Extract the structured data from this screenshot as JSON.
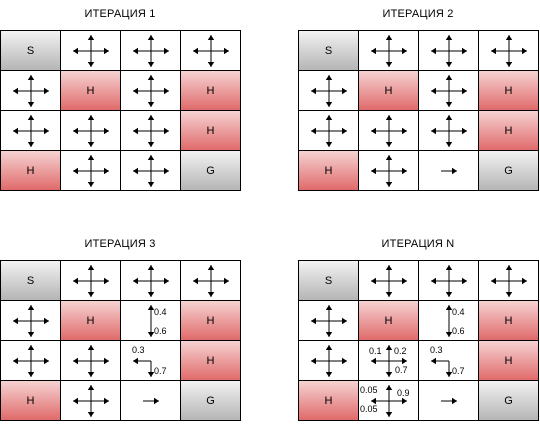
{
  "panels": [
    {
      "title": "ИТЕРАЦИЯ 1",
      "labels": {
        "start": "S",
        "hole": "H",
        "goal": "G"
      },
      "cells": [
        [
          "S",
          "all",
          "all",
          "all"
        ],
        [
          "all",
          "H",
          "all",
          "H"
        ],
        [
          "all",
          "all",
          "all",
          "H"
        ],
        [
          "H",
          "all",
          "all",
          "G"
        ]
      ],
      "probs": []
    },
    {
      "title": "ИТЕРАЦИЯ 2",
      "labels": {
        "start": "S",
        "hole": "H",
        "goal": "G"
      },
      "cells": [
        [
          "S",
          "all",
          "all",
          "all"
        ],
        [
          "all",
          "H",
          "all",
          "H"
        ],
        [
          "all",
          "all",
          "all",
          "H"
        ],
        [
          "H",
          "all",
          "right",
          "G"
        ]
      ],
      "probs": []
    },
    {
      "title": "ИТЕРАЦИЯ 3",
      "labels": {
        "start": "S",
        "hole": "H",
        "goal": "G"
      },
      "cells": [
        [
          "S",
          "all",
          "all",
          "all"
        ],
        [
          "all",
          "H",
          "ud",
          "H"
        ],
        [
          "all",
          "all",
          "ld",
          "H"
        ],
        [
          "H",
          "all",
          "right",
          "G"
        ]
      ],
      "probs": [
        {
          "row": 1,
          "col": 2,
          "pos": "tr",
          "text": "0.4"
        },
        {
          "row": 1,
          "col": 2,
          "pos": "br",
          "text": "0.6"
        },
        {
          "row": 2,
          "col": 2,
          "pos": "tl",
          "text": "0.3"
        },
        {
          "row": 2,
          "col": 2,
          "pos": "br",
          "text": "0.7"
        }
      ]
    },
    {
      "title": "ИТЕРАЦИЯ N",
      "labels": {
        "start": "S",
        "hole": "H",
        "goal": "G"
      },
      "cells": [
        [
          "S",
          "all",
          "all",
          "all"
        ],
        [
          "all",
          "H",
          "ud",
          "H"
        ],
        [
          "all",
          "all",
          "ld",
          "H"
        ],
        [
          "H",
          "all",
          "right",
          "G"
        ]
      ],
      "probs": [
        {
          "row": 1,
          "col": 2,
          "pos": "tr",
          "text": "0.4"
        },
        {
          "row": 1,
          "col": 2,
          "pos": "br",
          "text": "0.6"
        },
        {
          "row": 2,
          "col": 1,
          "pos": "tl",
          "text": "0.1"
        },
        {
          "row": 2,
          "col": 1,
          "pos": "tc",
          "text": "0.2"
        },
        {
          "row": 2,
          "col": 1,
          "pos": "br",
          "text": "0.7"
        },
        {
          "row": 2,
          "col": 2,
          "pos": "tl",
          "text": "0.3"
        },
        {
          "row": 2,
          "col": 2,
          "pos": "br",
          "text": "0.7"
        },
        {
          "row": 3,
          "col": 1,
          "pos": "tl",
          "text": "0.05"
        },
        {
          "row": 3,
          "col": 1,
          "pos": "tr",
          "text": "0.9"
        },
        {
          "row": 3,
          "col": 1,
          "pos": "bl",
          "text": "0.05"
        }
      ]
    }
  ]
}
